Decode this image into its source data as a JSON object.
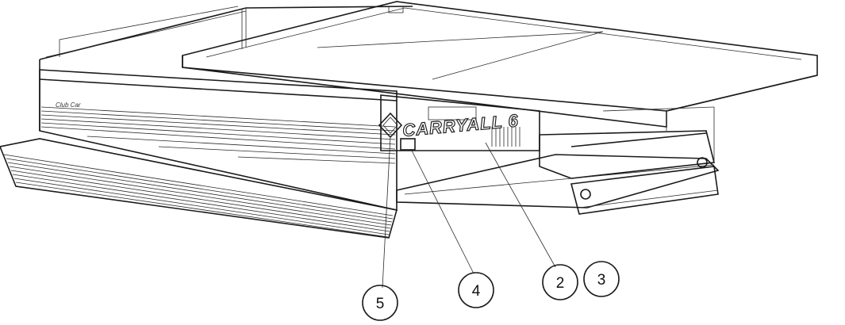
{
  "diagram": {
    "brand_text": "CARRYALL 6",
    "logo_text": "Club Car",
    "callouts": [
      {
        "id": "5",
        "label": "5"
      },
      {
        "id": "4",
        "label": "4"
      },
      {
        "id": "2",
        "label": "2"
      },
      {
        "id": "3",
        "label": "3"
      }
    ]
  },
  "colors": {
    "line": "#1a1a1a",
    "background": "#ffffff"
  }
}
